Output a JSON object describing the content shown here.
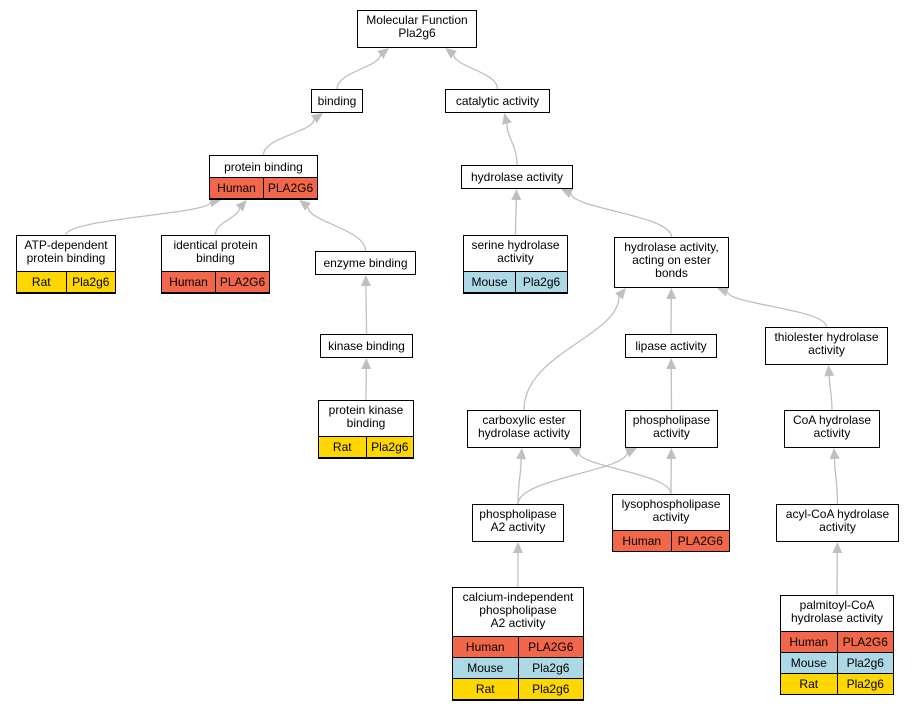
{
  "species_colors": {
    "Human": "#f26749",
    "Mouse": "#add8e6",
    "Rat": "#ffd700"
  },
  "edge_color": "#bfbfbf",
  "nodes": {
    "root": {
      "label": "Molecular Function\nPla2g6"
    },
    "binding": {
      "label": "binding"
    },
    "catalytic": {
      "label": "catalytic activity"
    },
    "protbind": {
      "label": "protein binding",
      "genes": [
        {
          "species": "Human",
          "gene": "PLA2G6"
        }
      ]
    },
    "hydrolase": {
      "label": "hydrolase activity"
    },
    "atpdep": {
      "label": "ATP-dependent\nprotein binding",
      "genes": [
        {
          "species": "Rat",
          "gene": "Pla2g6"
        }
      ]
    },
    "identical": {
      "label": "identical protein\nbinding",
      "genes": [
        {
          "species": "Human",
          "gene": "PLA2G6"
        }
      ]
    },
    "enzyme": {
      "label": "enzyme binding"
    },
    "serine": {
      "label": "serine hydrolase\nactivity",
      "genes": [
        {
          "species": "Mouse",
          "gene": "Pla2g6"
        }
      ]
    },
    "ester": {
      "label": "hydrolase activity,\nacting on ester\nbonds"
    },
    "kinase": {
      "label": "kinase binding"
    },
    "lipase": {
      "label": "lipase activity"
    },
    "thiolester": {
      "label": "thiolester hydrolase\nactivity"
    },
    "protkinase": {
      "label": "protein kinase\nbinding",
      "genes": [
        {
          "species": "Rat",
          "gene": "Pla2g6"
        }
      ]
    },
    "carboxylic": {
      "label": "carboxylic ester\nhydrolase activity"
    },
    "phospholipase": {
      "label": "phospholipase\nactivity"
    },
    "coa": {
      "label": "CoA hydrolase\nactivity"
    },
    "pla2": {
      "label": "phospholipase\nA2 activity"
    },
    "lyso": {
      "label": "lysophospholipase\nactivity",
      "genes": [
        {
          "species": "Human",
          "gene": "PLA2G6"
        }
      ]
    },
    "acylcoa": {
      "label": "acyl-CoA hydrolase\nactivity"
    },
    "calcium": {
      "label": "calcium-independent\nphospholipase\nA2 activity",
      "genes": [
        {
          "species": "Human",
          "gene": "PLA2G6"
        },
        {
          "species": "Mouse",
          "gene": "Pla2g6"
        },
        {
          "species": "Rat",
          "gene": "Pla2g6"
        }
      ]
    },
    "palmitoyl": {
      "label": "palmitoyl-CoA\nhydrolase activity",
      "genes": [
        {
          "species": "Human",
          "gene": "PLA2G6"
        },
        {
          "species": "Mouse",
          "gene": "Pla2g6"
        },
        {
          "species": "Rat",
          "gene": "Pla2g6"
        }
      ]
    }
  },
  "edges": [
    [
      "binding",
      "root"
    ],
    [
      "catalytic",
      "root"
    ],
    [
      "protbind",
      "binding"
    ],
    [
      "hydrolase",
      "catalytic"
    ],
    [
      "atpdep",
      "protbind"
    ],
    [
      "identical",
      "protbind"
    ],
    [
      "enzyme",
      "protbind"
    ],
    [
      "serine",
      "hydrolase"
    ],
    [
      "ester",
      "hydrolase"
    ],
    [
      "kinase",
      "enzyme"
    ],
    [
      "protkinase",
      "kinase"
    ],
    [
      "carboxylic",
      "ester"
    ],
    [
      "lipase",
      "ester"
    ],
    [
      "thiolester",
      "ester"
    ],
    [
      "phospholipase",
      "lipase"
    ],
    [
      "coa",
      "thiolester"
    ],
    [
      "acylcoa",
      "coa"
    ],
    [
      "palmitoyl",
      "acylcoa"
    ],
    [
      "pla2",
      "carboxylic"
    ],
    [
      "pla2",
      "phospholipase"
    ],
    [
      "lyso",
      "carboxylic"
    ],
    [
      "lyso",
      "phospholipase"
    ],
    [
      "calcium",
      "pla2"
    ]
  ]
}
